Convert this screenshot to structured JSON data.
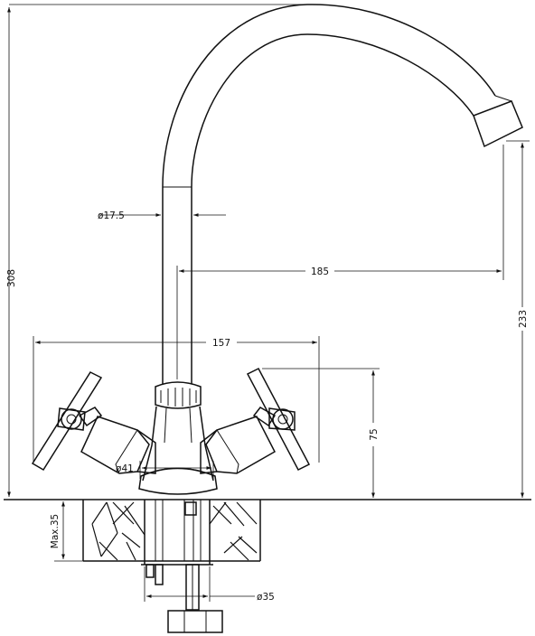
{
  "dimensions": {
    "overall_height": "308",
    "spout_reach": "185",
    "spout_height": "233",
    "handle_span": "157",
    "handle_height": "75",
    "spout_diameter": "17.5",
    "body_diameter": "41",
    "shank_diameter": "35",
    "max_counter_thickness": "Max.35"
  },
  "symbols": {
    "diameter": "ø"
  }
}
